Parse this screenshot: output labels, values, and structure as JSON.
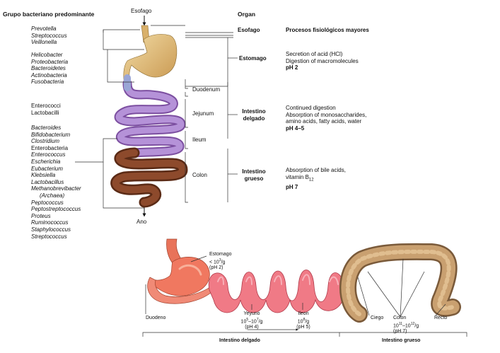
{
  "top": {
    "heading_bacteria": "Grupo bacteriano predominante",
    "label_esofago_top": "Esofago",
    "label_ano": "Ano",
    "heading_organ": "Organ",
    "heading_processes": "Procesos fisiológicos mayores",
    "bacteria_groups": [
      {
        "names": [
          "Prevotella",
          "Streptococcus",
          "Veillonella"
        ],
        "italic": true
      },
      {
        "names": [
          "Helicobacter",
          "Proteobacteria",
          "Bacteroidetes",
          "Actinobacteria",
          "Fusobacteria"
        ],
        "italic": true
      },
      {
        "names": [
          "Enterococci",
          "Lactobacilli"
        ],
        "italic": false
      },
      {
        "names": [
          "Bacteroides",
          "Bifidobacterium",
          "Clostridium",
          "Enterobacteria",
          "Enterococcus",
          "Escherichia",
          "Eubacterium",
          "Klebsiella",
          "Lactobacillus",
          "Methanobrevibacter",
          "(Archaea)",
          "Peptococcus",
          "Peptostreptococcus",
          "Proteus",
          "Ruminococcus",
          "Staphylococcus",
          "Streptococcus"
        ],
        "italic": true,
        "upright": [
          "Enterobacteria"
        ]
      }
    ],
    "sub_regions": [
      "Duodenum",
      "Jejunum",
      "Ileum",
      "Colon"
    ],
    "organs": [
      {
        "name": "Esofago"
      },
      {
        "name": "Estomago"
      },
      {
        "name_line1": "Intestino",
        "name_line2": "delgado"
      },
      {
        "name_line1": "Intestino",
        "name_line2": "grueso"
      }
    ],
    "processes": {
      "estomago": {
        "line1": "Secretion of acid (HCl)",
        "line2": "Digestion of macromolecules",
        "ph": "pH 2"
      },
      "delgado": {
        "line1": "Continued digestion",
        "line2": "Absorption of monosaccharides,",
        "line3": "amino acids, fatty acids, water",
        "ph": "pH 4–5"
      },
      "grueso": {
        "line1": "Absorption of bile acids,",
        "line2_main": "vitamin B",
        "line2_sub": "12",
        "ph": "pH 7"
      }
    }
  },
  "bottom": {
    "estomago": {
      "name": "Estomago",
      "count_prefix": "< 10",
      "count_exp": "3",
      "count_suffix": "/g",
      "ph": "(pH 2)"
    },
    "duodeno": "Duodeno",
    "yeyuno": {
      "name": "Yeyuno",
      "count_a": "10",
      "count_a_exp": "5",
      "count_mid": "–10",
      "count_b_exp": "7",
      "count_suffix": "/g",
      "ph": "(pH 4)"
    },
    "ileon": {
      "name": "Ileon",
      "count": "10",
      "count_exp": "8",
      "count_suffix": "/g",
      "ph": "(pH 5)"
    },
    "ciego": "Ciego",
    "colon": {
      "name": "Colon",
      "count_a": "10",
      "count_a_exp": "11",
      "count_mid": "–10",
      "count_b_exp": "12",
      "count_suffix": "/g",
      "ph": "(pH 7)"
    },
    "recto": "Recto",
    "label_delgado": "Intestino delgado",
    "label_grueso": "Intestino grueso"
  }
}
